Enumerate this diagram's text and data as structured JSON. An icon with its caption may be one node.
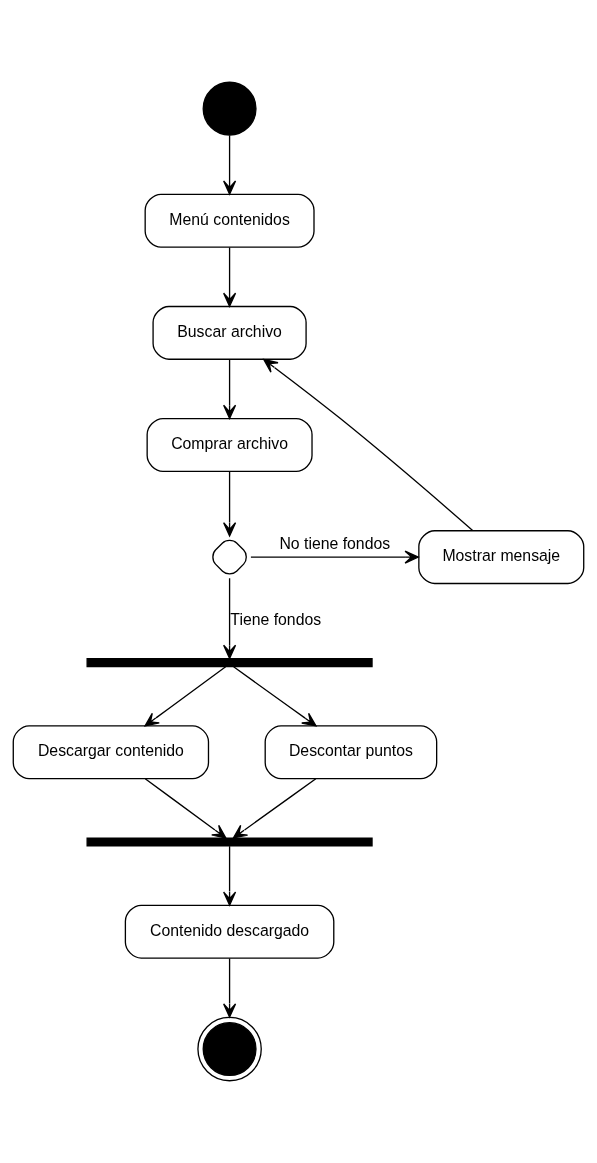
{
  "diagram": {
    "nodes": [
      {
        "text": [],
        "shape": "circle"
      },
      {
        "text": [
          "Menú contenidos"
        ]
      },
      {
        "text": [
          "Buscar archivo"
        ]
      },
      {
        "text": [
          "Comprar archivo"
        ]
      },
      {
        "text": [],
        "shape": "diamond"
      },
      {
        "text": [
          "Mostrar mensaje"
        ]
      },
      {
        "text": [],
        "shape": "bar"
      },
      {
        "text": [
          "Descargar contenido"
        ]
      },
      {
        "text": [
          "Descontar puntos"
        ]
      },
      {
        "text": [],
        "shape": "bar"
      },
      {
        "text": [
          "Contenido descargado"
        ]
      },
      {
        "text": [],
        "shape": "circle"
      }
    ],
    "edges": [
      {
        "from": 0,
        "to": 1,
        "arrow": "to"
      },
      {
        "from": 1,
        "to": 2,
        "arrow": "to"
      },
      {
        "from": 2,
        "to": 3,
        "arrow": "to"
      },
      {
        "from": 3,
        "to": 4,
        "arrow": "to"
      },
      {
        "from": 4,
        "to": 5,
        "arrow": "to",
        "label": "No tiene fondos"
      },
      {
        "from": 5,
        "to": 2,
        "arrow": "to"
      },
      {
        "from": 4,
        "to": 6,
        "arrow": "to",
        "label": "Tiene fondos"
      },
      {
        "from": 6,
        "to": 7,
        "arrow": "to"
      },
      {
        "from": 6,
        "to": 8,
        "arrow": "to"
      },
      {
        "from": 7,
        "to": 9,
        "arrow": "to"
      },
      {
        "from": 8,
        "to": 9,
        "arrow": "to"
      },
      {
        "from": 9,
        "to": 10,
        "arrow": "to"
      },
      {
        "from": 10,
        "to": 11,
        "arrow": "to"
      }
    ]
  }
}
